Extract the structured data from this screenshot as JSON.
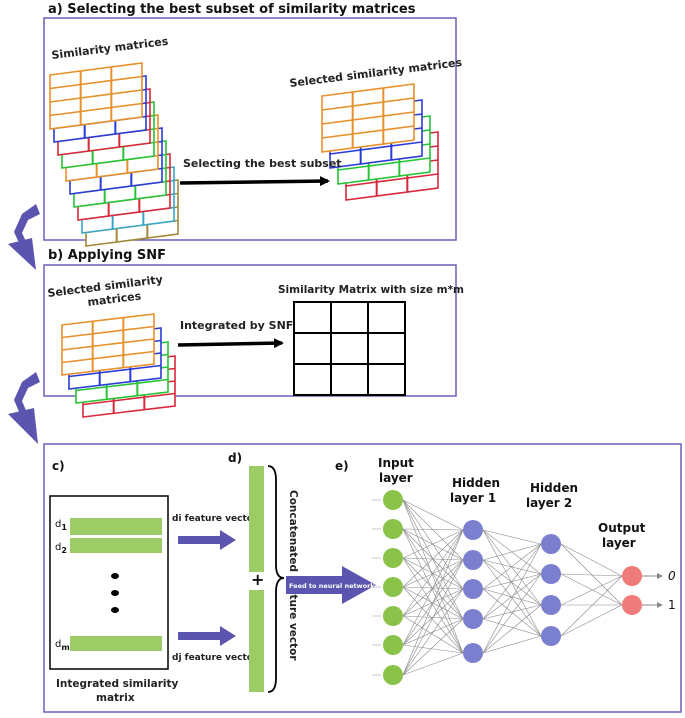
{
  "panel_a": {
    "title": "a) Selecting the best subset of similarity matrices",
    "left_label": "Similarity matrices",
    "right_label": "Selected similarity matrices",
    "arrow_label": "Selecting the best subset"
  },
  "panel_b": {
    "title": "b) Applying SNF",
    "left_label_line1": "Selected similarity",
    "left_label_line2": "matrices",
    "arrow_label": "Integrated by SNF",
    "result_label": "Similarity Matrix with size m*m"
  },
  "panel_c": {
    "tag": "c)",
    "row1_letter": "d",
    "row1_sub": "1",
    "row2_letter": "d",
    "row2_sub": "2",
    "rowm_letter": "d",
    "rowm_sub": "m",
    "caption_line1": "Integrated similarity",
    "caption_line2": "matrix",
    "di_label": "di feature vector",
    "dj_label": "dj feature vector"
  },
  "panel_d": {
    "tag": "d)",
    "plus": "+",
    "vertical_label": "Concatenated feature vector"
  },
  "panel_e": {
    "tag": "e)",
    "feed_label": "Feed to neural network",
    "input_line1": "Input",
    "input_line2": "layer",
    "hidden1_line1": "Hidden",
    "hidden1_line2": "layer 1",
    "hidden2_line1": "Hidden",
    "hidden2_line2": "layer 2",
    "output_line1": "Output",
    "output_line2": "layer",
    "out0": "0",
    "out1": "1"
  },
  "colors": {
    "border": "#6b5fb5",
    "bend_arrow": "#5b55b0",
    "green": "#9ccc65",
    "node_green": "#8bc34a",
    "node_blue": "#7b7fd0",
    "node_red": "#ef7b7b",
    "matrix_colors": [
      "#e8902a",
      "#2a3bd6",
      "#27c437",
      "#d8283a",
      "#3aa6c8",
      "#a08a3a"
    ]
  }
}
